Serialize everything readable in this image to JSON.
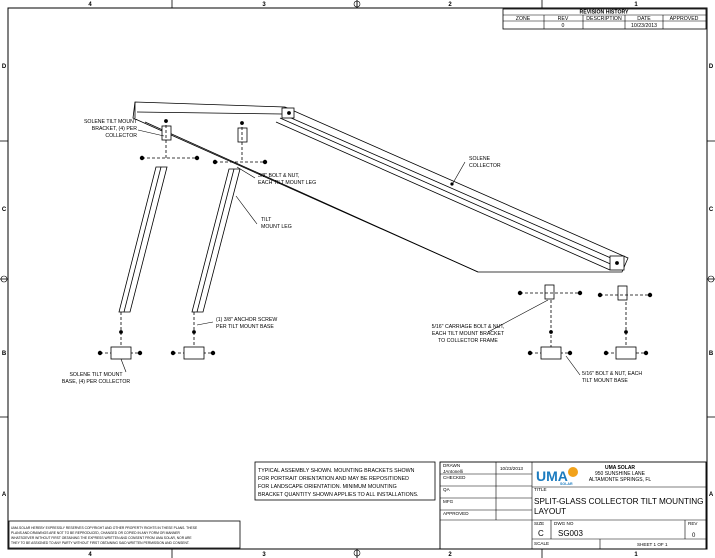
{
  "zones": {
    "top": [
      "4",
      "3",
      "2",
      "1"
    ],
    "bottom": [
      "4",
      "3",
      "2",
      "1"
    ],
    "left": [
      "D",
      "C",
      "B",
      "A"
    ],
    "right": [
      "D",
      "C",
      "B",
      "A"
    ]
  },
  "revision": {
    "title": "REVISION HISTORY",
    "headers": [
      "ZONE",
      "REV",
      "DESCRIPTION",
      "DATE",
      "APPROVED"
    ],
    "row": [
      "",
      "0",
      "",
      "10/23/2013",
      ""
    ]
  },
  "callouts": {
    "bracket": [
      "SOLENE TILT MOUNT",
      "BRACKET, (4) PER",
      "COLLECTOR"
    ],
    "bolt_38": [
      "3/8\" BOLT & NUT,",
      "EACH TILT  MOUNT LEG"
    ],
    "collector": [
      "SOLENE",
      "COLLECTOR"
    ],
    "leg": [
      "TILT",
      "MOUNT LEG"
    ],
    "anchor": [
      "(1) 3/8\" ANCHOR SCREW",
      "PER TILT  MOUNT BASE"
    ],
    "carriage": [
      "5/16\" CARRIAGE BOLT & NUT,",
      "EACH TILT MOUNT BRACKET",
      "TO COLLECTOR FRAME"
    ],
    "base": [
      "SOLENE TILT MOUNT",
      "BASE, (4) PER COLLECTOR"
    ],
    "bolt_516": [
      "5/16\" BOLT & NUT, EACH",
      "TILT  MOUNT BASE"
    ]
  },
  "note": [
    "TYPICAL ASSEMBLY SHOWN. MOUNTING BRACKETS SHOWN",
    "FOR PORTRAIT ORIENTATION AND MAY BE REPOSITIONED",
    "FOR LANDSCAPE ORIENTATION. MINIMUM MOUNTING",
    "BRACKET QUANTITY SHOWN APPLIES TO ALL INSTALLATIONS."
  ],
  "disclaimer": [
    "UMA SOLAR HEREBY EXPRESSLY RESERVES COPYRIGHT AND OTHER PROPERTY RIGHTS IN THESE PLANS. THESE",
    "PLANS AND DRAWINGS ARE NOT TO BE REPRODUCED, CHANGED OR COPIED IN ANY FORM OR MANNER",
    "WHATSOEVER WITHOUT FIRST OBTAINING THE EXPRESS WRITTEN AND CONSENT FROM UMA SOLAR, NOR ARE",
    "THEY TO BE ASSIGNED TO ANY PARTY WITHOUT FIRST OBTAINING SAID WRITTEN PERMISSION AND CONSENT."
  ],
  "titleblock": {
    "drawn_label": "DRAWN",
    "drawn_by": "JAntonelli",
    "drawn_date": "10/23/2013",
    "checked_label": "CHECKED",
    "qa_label": "QA",
    "mfg_label": "MFG",
    "approved_label": "APPROVED",
    "title_label": "TITLE",
    "logo_text": "UMA",
    "logo_sub": "SOLAR",
    "company": [
      "UMA SOLAR",
      "950 SUNSHINE LANE",
      "ALTAMONTE SPRINGS, FL"
    ],
    "title_lines": [
      "SPLIT-GLASS COLLECTOR TILT MOUNTING",
      "LAYOUT"
    ],
    "size_label": "SIZE",
    "size": "C",
    "dwg_label": "DWG NO",
    "dwg_no": "SG003",
    "rev_label": "REV",
    "rev": "0",
    "scale_label": "SCALE",
    "sheet": "SHEET 1  OF 1"
  }
}
